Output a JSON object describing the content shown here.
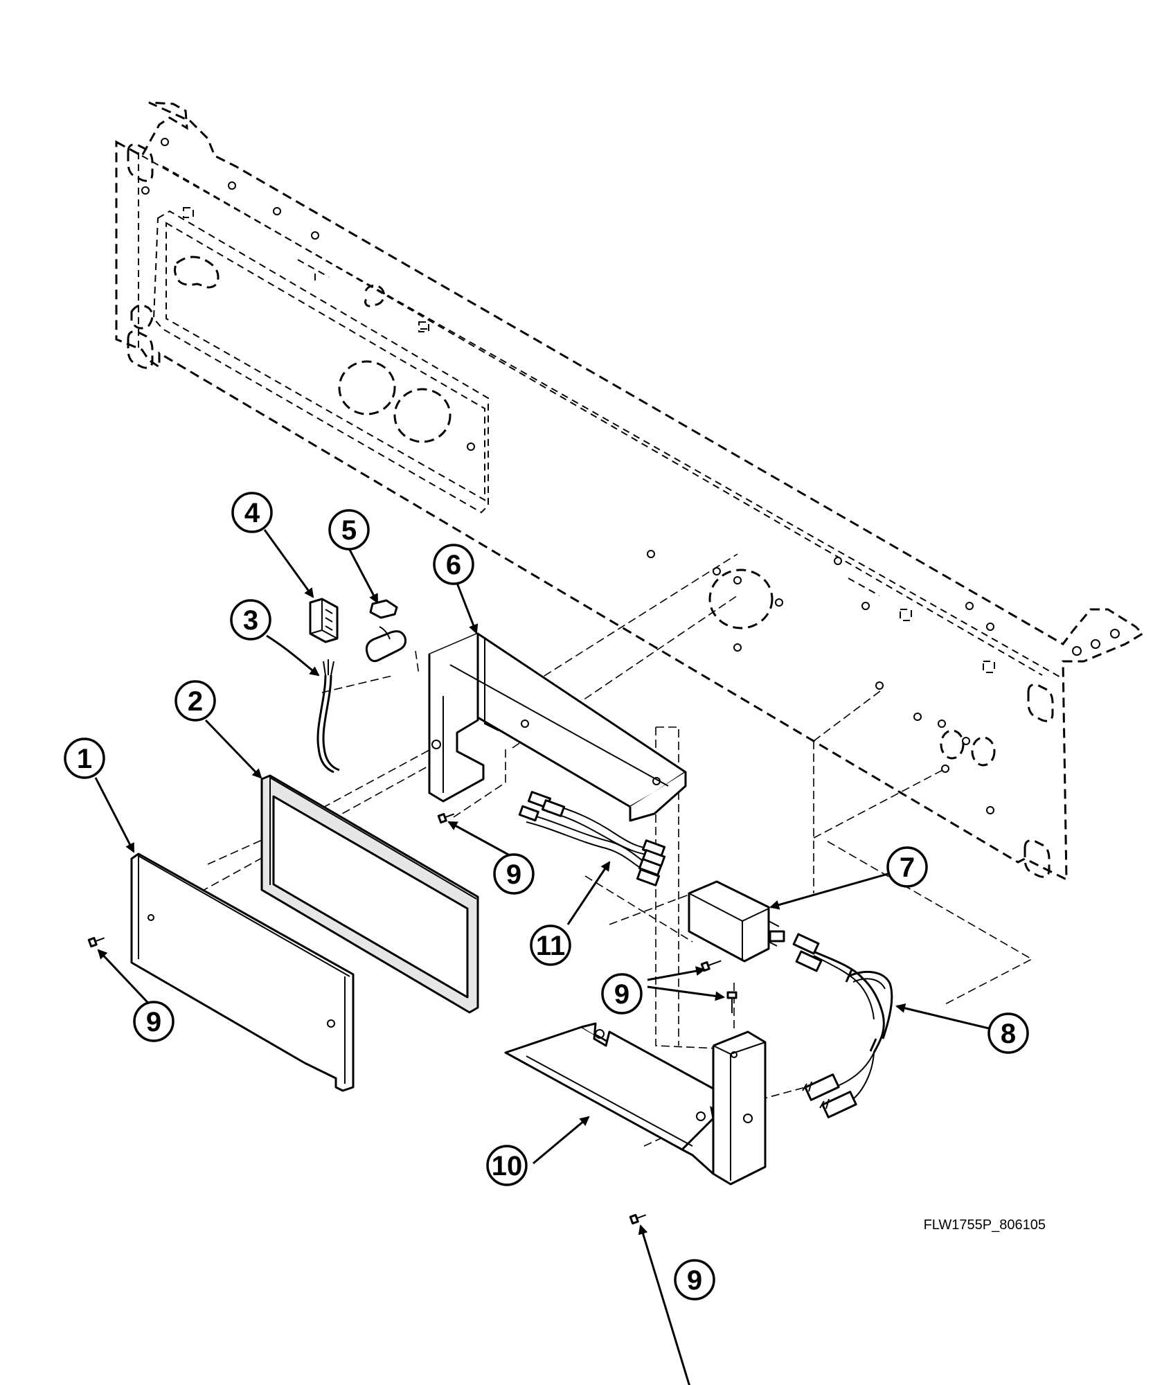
{
  "drawing_code": "FLW1755P_806105",
  "callouts": [
    {
      "label": "1"
    },
    {
      "label": "2"
    },
    {
      "label": "3"
    },
    {
      "label": "4"
    },
    {
      "label": "5"
    },
    {
      "label": "6"
    },
    {
      "label": "7"
    },
    {
      "label": "8"
    },
    {
      "label": "9"
    },
    {
      "label": "9"
    },
    {
      "label": "9"
    },
    {
      "label": "9"
    },
    {
      "label": "10"
    },
    {
      "label": "11"
    }
  ]
}
